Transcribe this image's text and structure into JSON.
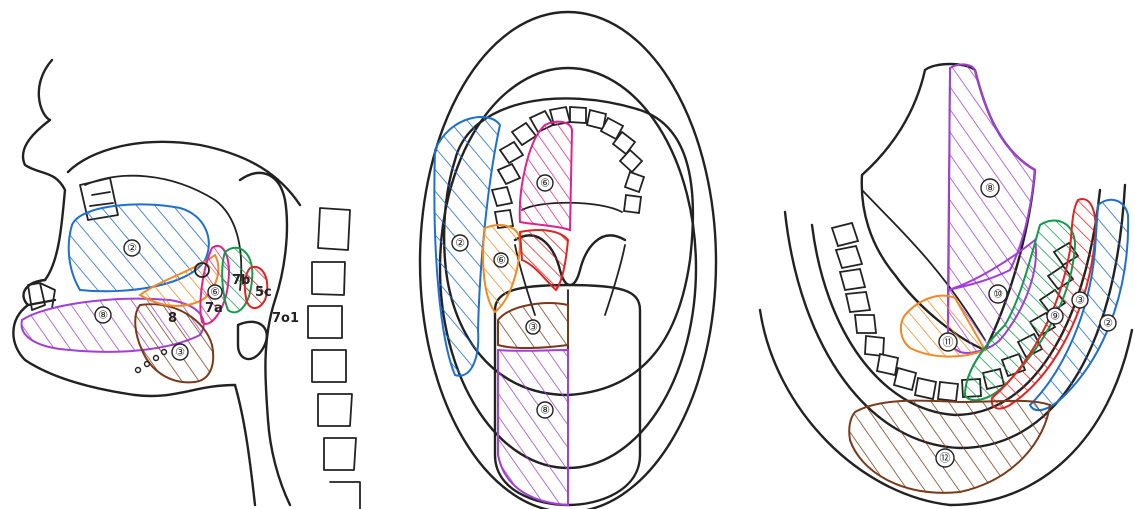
{
  "colors": {
    "ink": "#222222",
    "blue": "#1f6fd1",
    "purple": "#a23fd6",
    "orange": "#f08a24",
    "pink": "#e0228c",
    "green": "#139a4a",
    "red": "#e02424",
    "brown": "#7a3a1a",
    "paper": "#ffffff"
  },
  "panels": [
    {
      "id": "sagittal",
      "regions": [
        {
          "id": "s-blue",
          "color": "blue",
          "label": "②"
        },
        {
          "id": "s-purple",
          "color": "purple",
          "label": "⑧"
        },
        {
          "id": "s-brown",
          "color": "brown",
          "label": "③"
        },
        {
          "id": "s-orange",
          "color": "orange",
          "label": ""
        },
        {
          "id": "s-pink",
          "color": "pink",
          "label": "⑥"
        },
        {
          "id": "s-green",
          "color": "green",
          "label": ""
        },
        {
          "id": "s-red",
          "color": "red",
          "label": ""
        }
      ],
      "annotations": [
        "7b",
        "5c",
        "7a",
        "7o1",
        "8"
      ]
    },
    {
      "id": "frontal",
      "regions": [
        {
          "id": "f-blue",
          "color": "blue",
          "label": "②"
        },
        {
          "id": "f-pink",
          "color": "pink",
          "label": "⑥"
        },
        {
          "id": "f-orange",
          "color": "orange",
          "label": "⑥"
        },
        {
          "id": "f-red",
          "color": "red",
          "label": ""
        },
        {
          "id": "f-brown",
          "color": "brown",
          "label": "③"
        },
        {
          "id": "f-purple",
          "color": "purple",
          "label": "⑧"
        }
      ]
    },
    {
      "id": "floor",
      "regions": [
        {
          "id": "m-purple",
          "color": "purple",
          "label": "⑧"
        },
        {
          "id": "m-purple2",
          "color": "purple",
          "label": "⑩"
        },
        {
          "id": "m-orange",
          "color": "orange",
          "label": "⑪"
        },
        {
          "id": "m-green",
          "color": "green",
          "label": "⑨"
        },
        {
          "id": "m-red",
          "color": "red",
          "label": "③"
        },
        {
          "id": "m-blue",
          "color": "blue",
          "label": "②"
        },
        {
          "id": "m-brown",
          "color": "brown",
          "label": "⑫"
        }
      ]
    }
  ]
}
